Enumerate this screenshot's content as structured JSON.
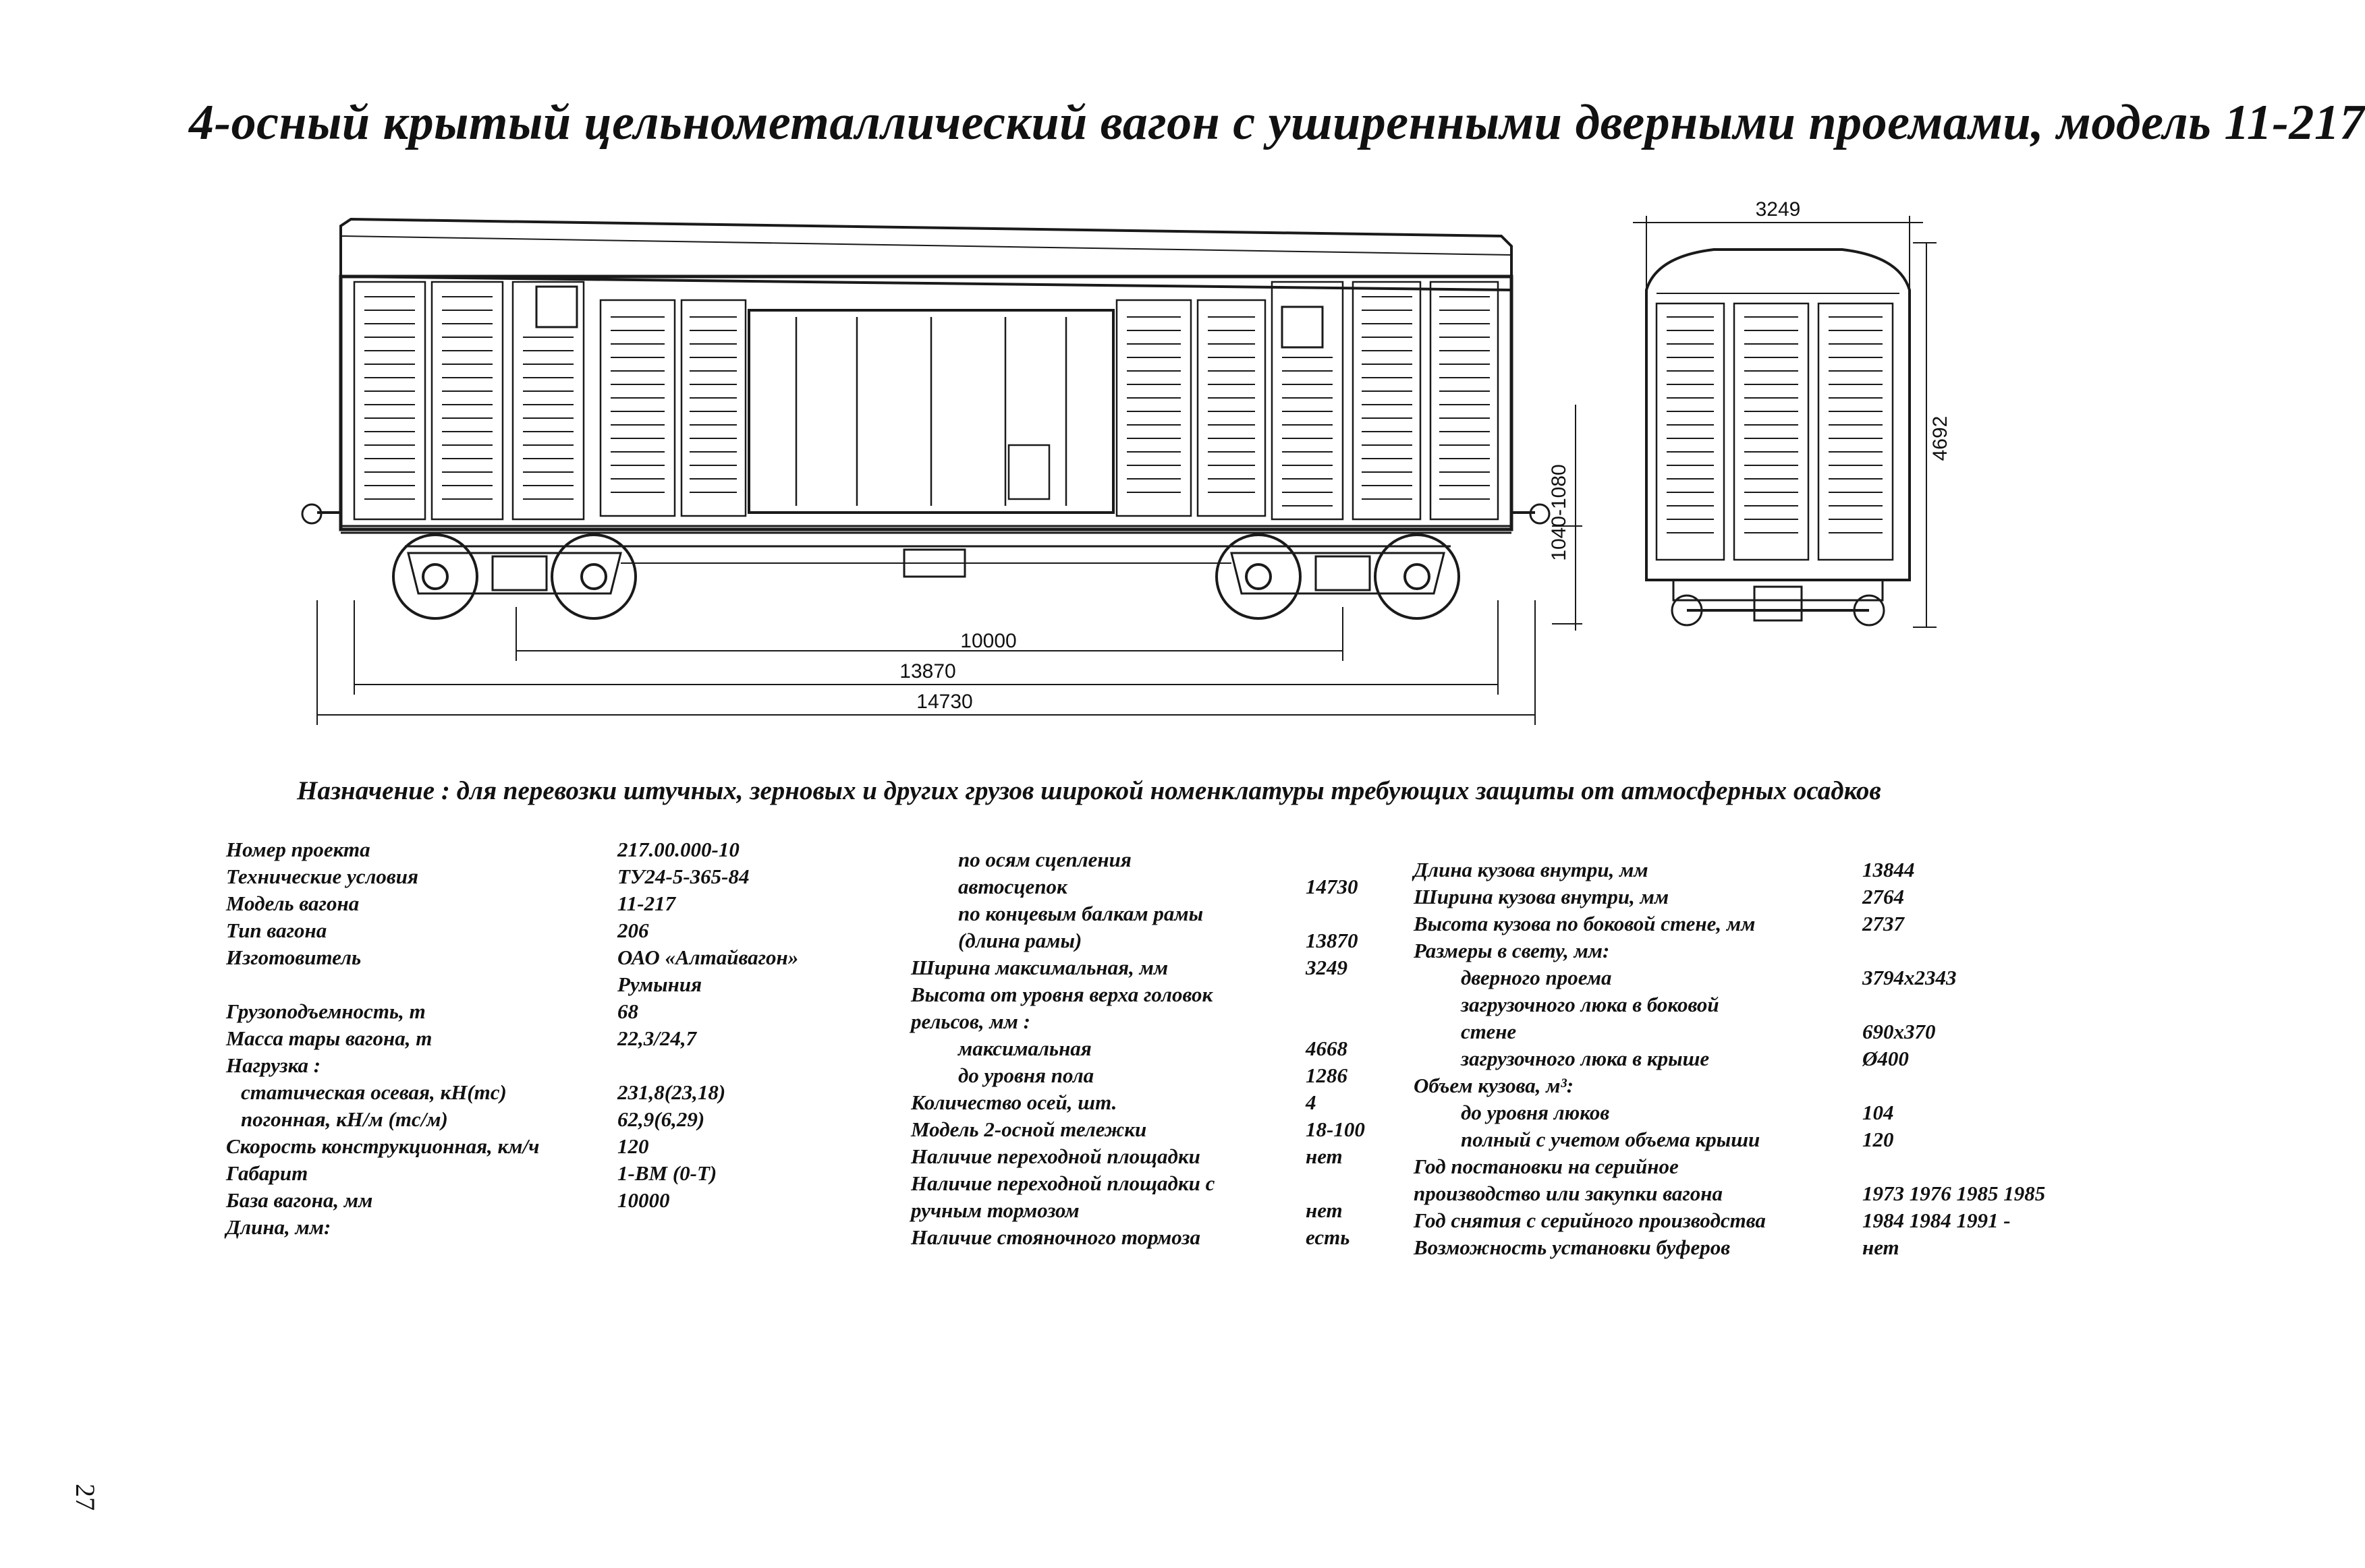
{
  "title": "4-осный крытый цельнометаллический вагон с уширенными дверными проемами, модель 11-217",
  "dimensions": {
    "base": "10000",
    "frame_length": "13870",
    "coupler_length": "14730",
    "coupler_height": "1040-1080",
    "width": "3249",
    "height": "4692"
  },
  "purpose": "Назначение : для перевозки штучных, зерновых и других грузов широкой номенклатуры требующих защиты от атмосферных осадков",
  "col1": [
    {
      "label": "Номер проекта",
      "value": "217.00.000-10"
    },
    {
      "label": "Технические условия",
      "value": "ТУ24-5-365-84"
    },
    {
      "label": "Модель вагона",
      "value": "11-217"
    },
    {
      "label": "Тип вагона",
      "value": "206"
    },
    {
      "label": "Изготовитель",
      "value": "ОАО «Алтайвагон»"
    },
    {
      "label": "",
      "value": "Румыния"
    },
    {
      "label": "Грузоподъемность, т",
      "value": "68"
    },
    {
      "label": "Масса тары вагона, т",
      "value": "22,3/24,7"
    },
    {
      "label": "Нагрузка :",
      "value": ""
    },
    {
      "label": "статическая осевая, кН(тс)",
      "value": "231,8(23,18)"
    },
    {
      "label": "погонная, кН/м (тс/м)",
      "value": "62,9(6,29)"
    },
    {
      "label": "Скорость конструкционная, км/ч",
      "value": "120"
    },
    {
      "label": "Габарит",
      "value": "1-ВМ (0-Т)"
    },
    {
      "label": "База вагона, мм",
      "value": "10000"
    },
    {
      "label": "Длина, мм:",
      "value": ""
    }
  ],
  "col2": [
    {
      "label": "по осям сцепления",
      "value": ""
    },
    {
      "label": "автосцепок",
      "value": "14730"
    },
    {
      "label": "по концевым балкам рамы",
      "value": ""
    },
    {
      "label": "(длина рамы)",
      "value": "13870"
    },
    {
      "label": "Ширина максимальная, мм",
      "value": "3249"
    },
    {
      "label": "Высота от уровня верха головок",
      "value": ""
    },
    {
      "label": "рельсов, мм :",
      "value": ""
    },
    {
      "label": "максимальная",
      "value": "4668"
    },
    {
      "label": "до уровня пола",
      "value": "1286"
    },
    {
      "label": "Количество осей, шт.",
      "value": "4"
    },
    {
      "label": "Модель 2-осной тележки",
      "value": "18-100"
    },
    {
      "label": "Наличие переходной площадки",
      "value": "нет"
    },
    {
      "label": "Наличие переходной площадки с",
      "value": ""
    },
    {
      "label": "ручным тормозом",
      "value": "нет"
    },
    {
      "label": "Наличие стояночного тормоза",
      "value": "есть"
    }
  ],
  "col3": [
    {
      "label": "Длина кузова внутри, мм",
      "value": "13844"
    },
    {
      "label": "Ширина кузова внутри, мм",
      "value": "2764"
    },
    {
      "label": "Высота кузова по боковой стене, мм",
      "value": "2737"
    },
    {
      "label": "Размеры в свету, мм:",
      "value": ""
    },
    {
      "label": "дверного проема",
      "value": "3794x2343"
    },
    {
      "label": "загрузочного люка в боковой",
      "value": ""
    },
    {
      "label": "стене",
      "value": "690x370"
    },
    {
      "label": "загрузочного люка в крыше",
      "value": "Ø400"
    },
    {
      "label": "Объем кузова, м³:",
      "value": ""
    },
    {
      "label": "до уровня люков",
      "value": "104"
    },
    {
      "label": "полный с учетом объема крыши",
      "value": "120"
    },
    {
      "label": "Год постановки на серийное",
      "value": ""
    },
    {
      "label": "производство или закупки вагона",
      "value": "1973  1976  1985  1985"
    },
    {
      "label": "Год снятия с серийного производства",
      "value": "1984  1984  1991   -"
    },
    {
      "label": "Возможность установки буферов",
      "value": "нет"
    }
  ],
  "page_number": "27"
}
